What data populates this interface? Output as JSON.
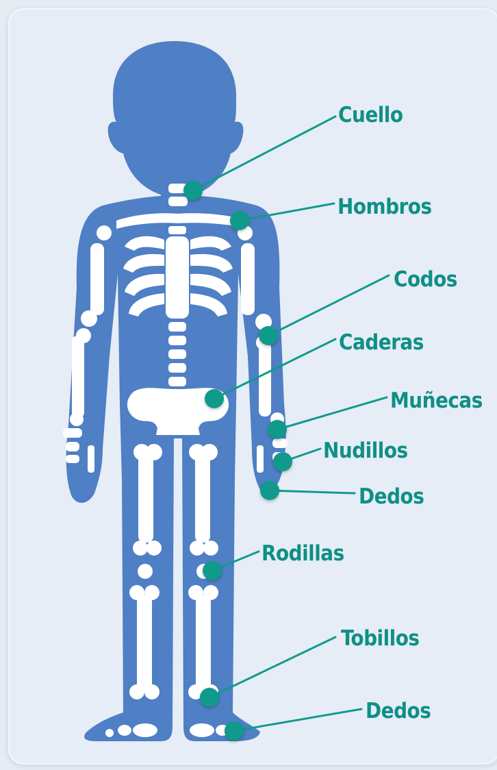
{
  "labels": {
    "neck": "Cuello",
    "shoulders": "Hombros",
    "elbows": "Codos",
    "hips": "Caderas",
    "wrists": "Muñecas",
    "knuckles": "Nudillos",
    "fingers": "Dedos",
    "knees": "Rodillas",
    "ankles": "Tobillos",
    "toes": "Dedos"
  },
  "colors": {
    "body": "#4f7fc4",
    "bone": "#ffffff",
    "accent": "#0f9a8c",
    "background": "#e6edf6"
  }
}
